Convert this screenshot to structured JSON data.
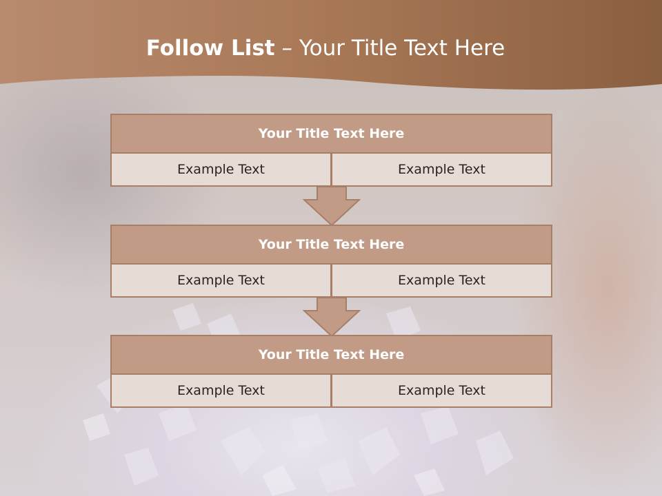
{
  "slide": {
    "title_bold": "Follow List",
    "title_rest": " – Your Title Text Here"
  },
  "steps": [
    {
      "title": "Your Title Text Here",
      "left": "Example Text",
      "right": "Example Text"
    },
    {
      "title": "Your Title Text Here",
      "left": "Example Text",
      "right": "Example Text"
    },
    {
      "title": "Your Title Text Here",
      "left": "Example Text",
      "right": "Example Text"
    }
  ],
  "colors": {
    "header": "#a06f4d",
    "title_fill": "#c19b86",
    "cell_fill": "#e7dbd6",
    "border": "#a77f67",
    "arrow_fill": "#c19b86"
  }
}
